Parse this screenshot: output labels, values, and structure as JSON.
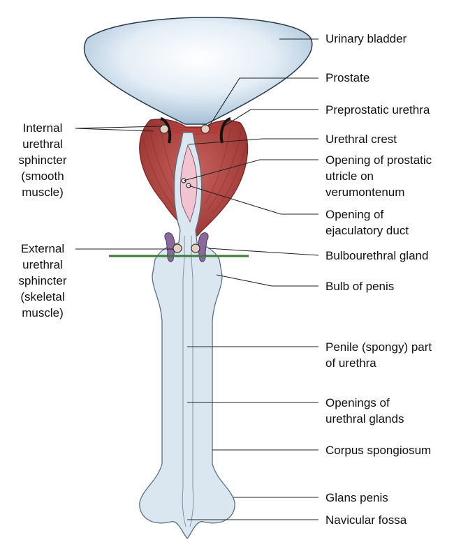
{
  "labels_right": {
    "urinary_bladder": "Urinary bladder",
    "prostate": "Prostate",
    "preprostatic_urethra": "Preprostatic urethra",
    "urethral_crest": "Urethral crest",
    "prostatic_utricle_l1": "Opening of prostatic",
    "prostatic_utricle_l2": "utricle on",
    "prostatic_utricle_l3": "verumontenum",
    "ejaculatory_duct_l1": "Opening of",
    "ejaculatory_duct_l2": "ejaculatory duct",
    "bulbourethral_gland": "Bulbourethral gland",
    "bulb_of_penis": "Bulb of penis",
    "penile_part_l1": "Penile (spongy) part",
    "penile_part_l2": "of urethra",
    "urethral_glands_l1": "Openings of",
    "urethral_glands_l2": "urethral glands",
    "corpus_spongiosum": "Corpus spongiosum",
    "glans_penis": "Glans penis",
    "navicular_fossa": "Navicular fossa"
  },
  "labels_left": {
    "internal_sphincter_l1": "Internal",
    "internal_sphincter_l2": "urethral",
    "internal_sphincter_l3": "sphincter",
    "internal_sphincter_l4": "(smooth",
    "internal_sphincter_l5": "muscle)",
    "external_sphincter_l1": "External",
    "external_sphincter_l2": "urethral",
    "external_sphincter_l3": "sphincter",
    "external_sphincter_l4": "(skeletal",
    "external_sphincter_l5": "muscle)"
  },
  "colors": {
    "bladder_fill": "#d6e6f1",
    "bladder_stroke": "#2b3a4a",
    "prostate_fill": "#b64a45",
    "prostate_dark": "#8a2a2a",
    "urethra_fill": "#dbe7f0",
    "utricle_fill": "#f2c4d2",
    "gland_fill": "#8a6a9c",
    "diaphragm_line": "#3e7a3a",
    "leader_line": "#222222"
  }
}
